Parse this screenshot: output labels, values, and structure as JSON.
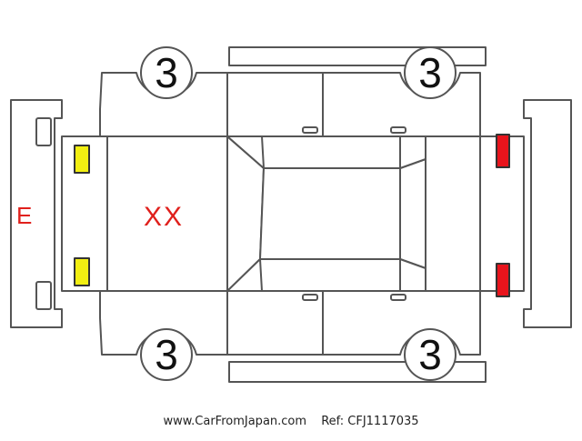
{
  "diagram": {
    "front_marker": "E",
    "damage_code": "XX",
    "tires": {
      "front_left": "3",
      "rear_left": "3",
      "front_right": "3",
      "rear_right": "3"
    },
    "colors": {
      "outline": "#555555",
      "label_red": "#e0201c",
      "headlight_fill": "#f2ef12",
      "taillight_fill": "#e8141c"
    }
  },
  "footer": {
    "site": "www.CarFromJapan.com",
    "ref": "Ref: CFJ1117035"
  }
}
